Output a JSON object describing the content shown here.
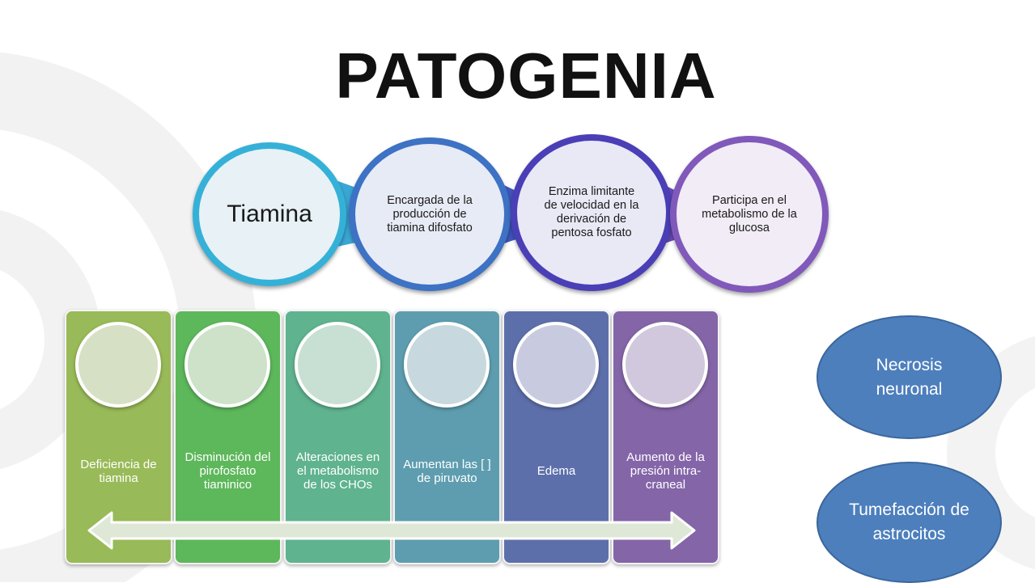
{
  "title": "PATOGENIA",
  "chain": [
    {
      "text": "Tiamina",
      "color": "#35b1d8"
    },
    {
      "text": "Encargada de la producción de tiamina difosfato",
      "color": "#3d72c4"
    },
    {
      "text": "Enzima limitante de velocidad en la derivación de pentosa fosfato",
      "color": "#4a3fb6"
    },
    {
      "text": "Participa en el metabolismo de la glucosa",
      "color": "#8059bb"
    }
  ],
  "steps": [
    {
      "text": "Deficiencia de tiamina",
      "color": "#99ba58"
    },
    {
      "text": "Disminución del pirofosfato tiaminico",
      "color": "#5db75b"
    },
    {
      "text": "Alteraciones en el metabolismo de los CHOs",
      "color": "#5fb38f"
    },
    {
      "text": "Aumentan las [ ] de piruvato",
      "color": "#5e9daf"
    },
    {
      "text": "Edema",
      "color": "#5d6fab"
    },
    {
      "text": "Aumento de la presión intra-craneal",
      "color": "#8465a8"
    }
  ],
  "outcomes": [
    {
      "text": "Necrosis neuronal",
      "color": "#4d7fbd"
    },
    {
      "text": "Tumefacción de astrocitos",
      "color": "#4d7fbd"
    }
  ]
}
